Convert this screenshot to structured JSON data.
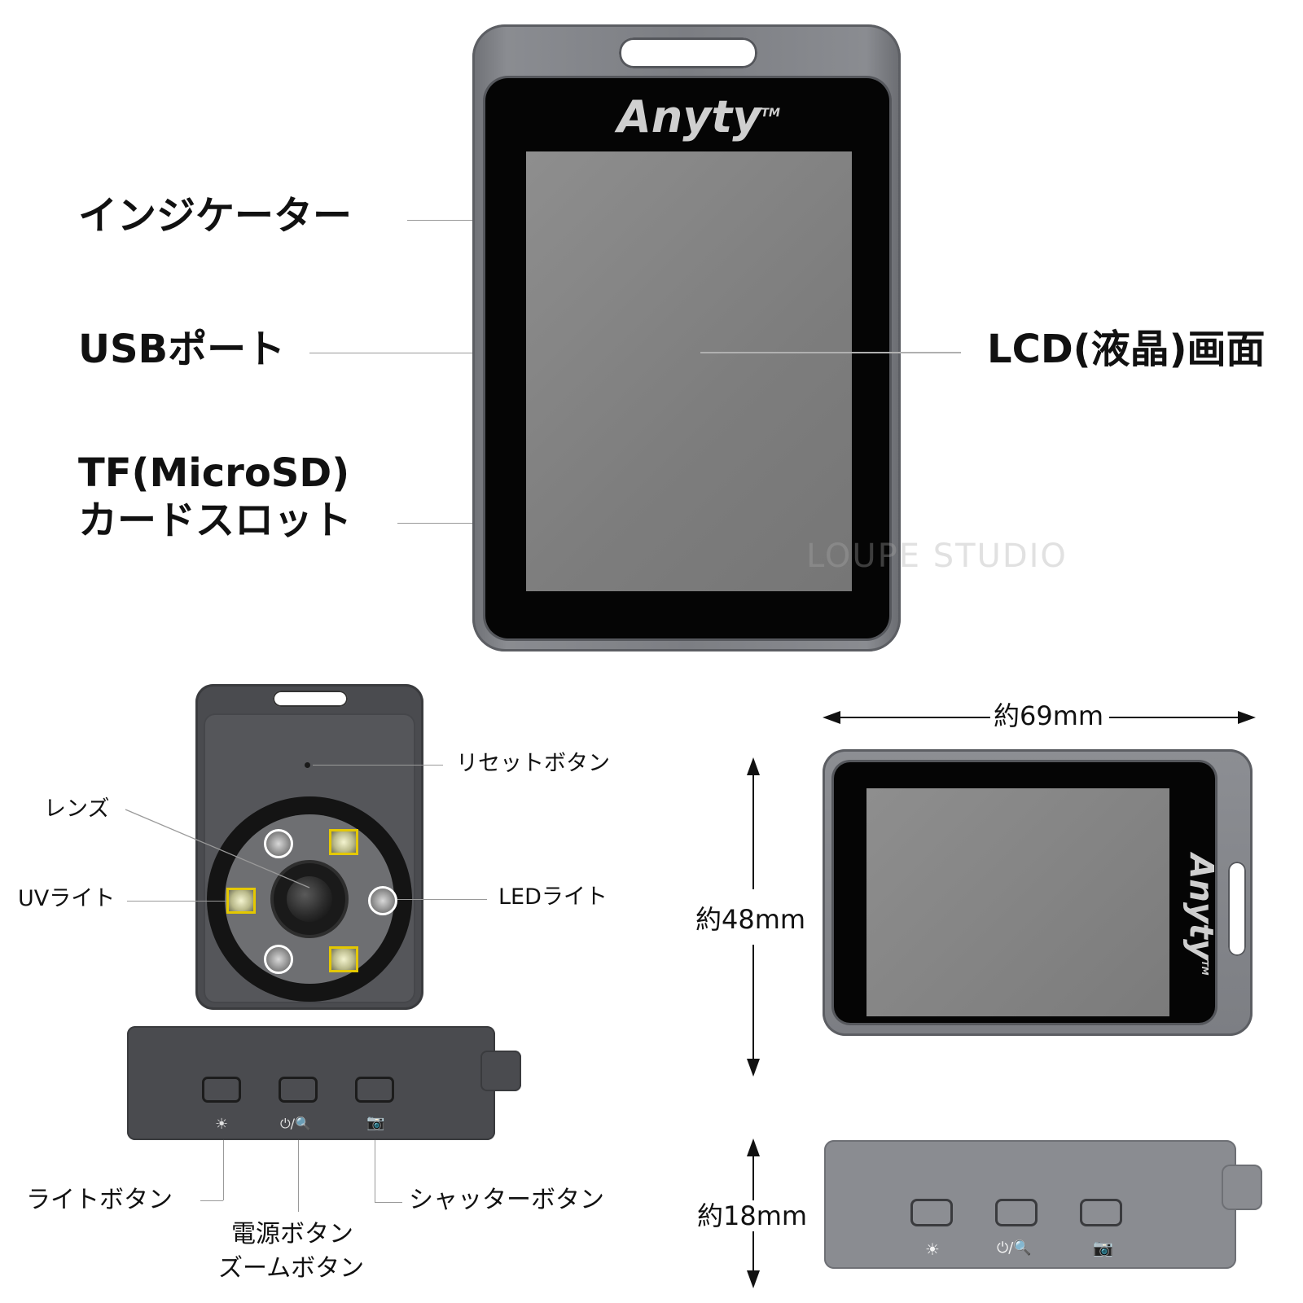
{
  "front": {
    "brand": "Anyty",
    "trademark": "TM",
    "watermark": "LOUPE STUDIO",
    "labels": {
      "indicator": "インジケーター",
      "usb_port": "USBポート",
      "tf_slot_line1": "TF(MicroSD)",
      "tf_slot_line2": "カードスロット",
      "lcd": "LCD(液晶)画面"
    }
  },
  "back": {
    "labels": {
      "reset": "リセットボタン",
      "lens": "レンズ",
      "uv_light": "UVライト",
      "led_light": "LEDライト"
    }
  },
  "side": {
    "icons": {
      "light": "☀",
      "power_zoom": "⏻/🔍",
      "shutter": "📷"
    },
    "labels": {
      "light_button": "ライトボタン",
      "power_button": "電源ボタン",
      "zoom_button": "ズームボタン",
      "shutter_button": "シャッターボタン"
    }
  },
  "dimensions": {
    "width": "約69mm",
    "height": "約48mm",
    "depth": "約18mm"
  },
  "colors": {
    "uv_highlight": "#e4c800",
    "led_highlight": "#ffffff",
    "body_dark": "#4a4b4f",
    "body_silver": "#8a8c91"
  }
}
